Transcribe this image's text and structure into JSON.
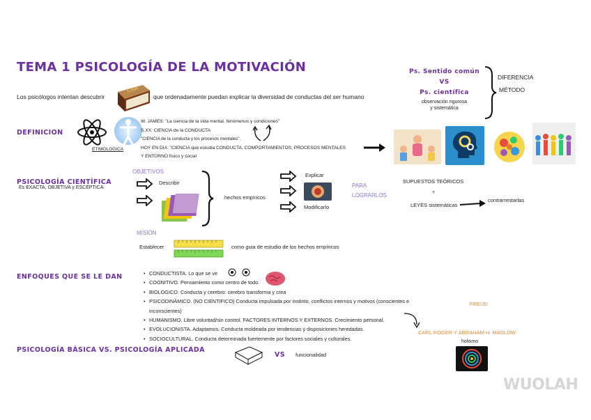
{
  "title": "TEMA 1 PSICOLOGÍA DE LA MOTIVACIÓN",
  "intro": {
    "before": "Los psicólogos  intentan descubrir",
    "after": "que ordenadamente puedan explicar la diversidad de conductas del ser humano",
    "book_label": "LAW"
  },
  "comparison": {
    "sentido_comun": "Ps. Sentido común",
    "vs": "VS",
    "cientifica": "Ps. científica",
    "note1": "observación rigurosa",
    "note2": "y sistemática",
    "diferencia": "DIFERENCIA",
    "metodo": "MÉTODO"
  },
  "definicion": {
    "heading": "DEFINICION",
    "etimologica": "ETIMOLOGICA",
    "lines": [
      "W. JAMES: \"La ciencia de la vida mental, fenómenos y condiciones\"",
      "S.XX: CIENCIA de la CONDUCTA",
      "\"CIENCIA de la conducta y los procesos mentales\".",
      "HOY EN DIA: \"CIENCIA que estudia CONDUCTA, COMPORTAMIENTOS, PROCESOS MENTALES",
      "Y ENTORNO físico y social"
    ]
  },
  "cientifica": {
    "heading": "PSICOLOGÍA CIENTÍFICA",
    "sub": "Es EXACTA, OBJETIVA y ESCÉPTICA",
    "objetivos": "OBJETIVOS",
    "describir": "Describir",
    "hechos": "hechos empíricos",
    "explicar": "Explicar",
    "modificarlo": "Modificarlo",
    "para": "PARA",
    "lograrlos": "LOGRARLOS",
    "supuestos": "SUPUESTOS TEÓRICOS",
    "plus": "+",
    "leyes": "LEYES sistemáticas",
    "contrarrestarlas": "contrarrestarlas",
    "mision": "MISIÓN",
    "establecer": "Establecer",
    "guia": "como guia de estudio de los hechos empíricos"
  },
  "enfoques": {
    "heading": "ENFOQUES QUE SE LE DAN",
    "items": [
      "CONDUCTISTA. Lo que se ve",
      "COGNITIVO. Pensamiento como centro de todo.",
      "BIOLOGICO. Conducta y cerebro: cerebro transforma y crea",
      "PSICODINÁMICO. (NO CIENTIFICO) Conducta impulsada por instinto, conflictos internos y motivos (conscientes e inconscientes)",
      "HUMANISMO. Libre voluntad/sin control. FACTORES INTERNOS Y EXTERNOS. Crecimiento personal.",
      "EVOLUCIONISTA. Adaptamos. Conducta moldeada por tendencias y disposiciones heredadas.",
      "SOCIOCULTURAL. Conducta determinada fuertemente por factores sociales y culturales."
    ],
    "freud": "FREUD",
    "rogers": "CARL ROGER Y ABRAHAM H. MASLOW",
    "holismo": "holismo"
  },
  "basica": {
    "heading": "PSICOLOGÍA BÁSICA VS. PSICOLOGÍA APLICADA",
    "vs": "VS",
    "funcionalidad": "funcionalidad"
  },
  "watermark": "WUOLAH",
  "colors": {
    "accent": "#6b2fa0",
    "light": "#8e73d8",
    "orange": "#e58a2b"
  }
}
